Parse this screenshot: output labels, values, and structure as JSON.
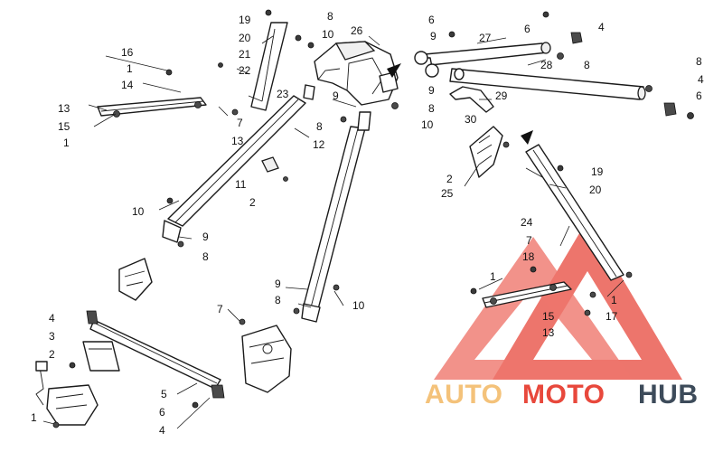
{
  "diagram": {
    "callouts": [
      {
        "label": "19"
      },
      {
        "label": "8"
      },
      {
        "label": "20"
      },
      {
        "label": "10"
      },
      {
        "label": "26"
      },
      {
        "label": "6"
      },
      {
        "label": "9"
      },
      {
        "label": "27"
      },
      {
        "label": "6"
      },
      {
        "label": "4"
      },
      {
        "label": "8"
      },
      {
        "label": "28"
      },
      {
        "label": "8"
      },
      {
        "label": "16"
      },
      {
        "label": "1"
      },
      {
        "label": "14"
      },
      {
        "label": "21"
      },
      {
        "label": "22"
      },
      {
        "label": "13"
      },
      {
        "label": "15"
      },
      {
        "label": "1"
      },
      {
        "label": "7"
      },
      {
        "label": "13"
      },
      {
        "label": "23"
      },
      {
        "label": "9"
      },
      {
        "label": "9"
      },
      {
        "label": "29"
      },
      {
        "label": "8"
      },
      {
        "label": "10"
      },
      {
        "label": "30"
      },
      {
        "label": "4"
      },
      {
        "label": "6"
      },
      {
        "label": "8"
      },
      {
        "label": "12"
      },
      {
        "label": "11"
      },
      {
        "label": "2"
      },
      {
        "label": "10"
      },
      {
        "label": "9"
      },
      {
        "label": "8"
      },
      {
        "label": "19"
      },
      {
        "label": "2"
      },
      {
        "label": "25"
      },
      {
        "label": "20"
      },
      {
        "label": "24"
      },
      {
        "label": "7"
      },
      {
        "label": "18"
      },
      {
        "label": "1"
      },
      {
        "label": "1"
      },
      {
        "label": "15"
      },
      {
        "label": "17"
      },
      {
        "label": "13"
      },
      {
        "label": "9"
      },
      {
        "label": "8"
      },
      {
        "label": "10"
      },
      {
        "label": "4"
      },
      {
        "label": "7"
      },
      {
        "label": "3"
      },
      {
        "label": "2"
      },
      {
        "label": "5"
      },
      {
        "label": "6"
      },
      {
        "label": "4"
      },
      {
        "label": "1"
      }
    ]
  },
  "watermark": {
    "word_1": "AUTO",
    "word_2": "MOTO",
    "word_3": "HUB",
    "colors": {
      "auto": "#f4c27a",
      "moto": "#e8483c",
      "hub": "#3d4b5a",
      "triangle": "#e8483c"
    }
  }
}
